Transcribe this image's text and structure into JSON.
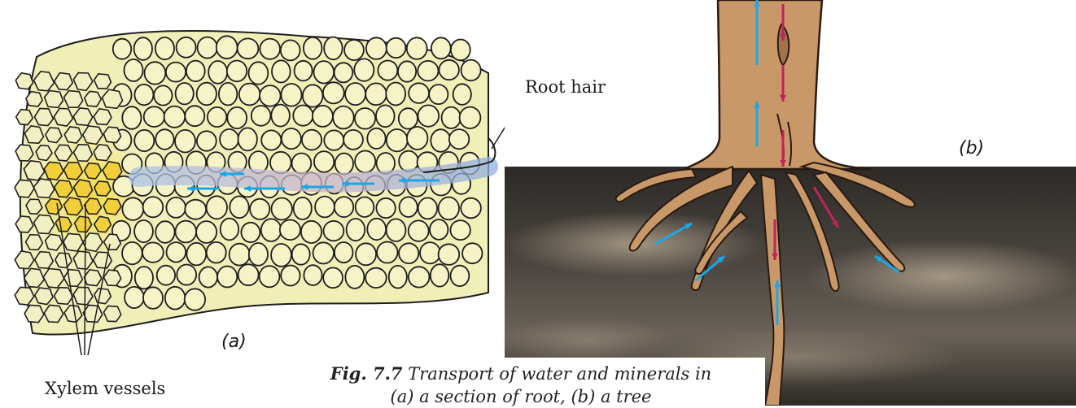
{
  "panel_a": {
    "root_hair_label": "Root hair",
    "xylem_label": "Xylem vessels",
    "panel_label": "(a)"
  },
  "panel_b": {
    "panel_label": "(b)"
  },
  "caption": {
    "figure_number": "Fig. 7.7",
    "line1": "Transport of water and minerals in",
    "line2": "(a) a section of root, (b) a tree"
  },
  "colors": {
    "tissue_fill": "#f1efb8",
    "tissue_outline": "#1e1e1e",
    "xylem_highlight": "#f3d23a",
    "water_path": "#9ab7e0",
    "water_arrow": "#1aa7e6",
    "food_arrow": "#c0245a",
    "trunk": "#c99868",
    "soil": "#3b3631"
  },
  "icons": [
    "blue-up-arrow-icon",
    "red-down-arrow-icon"
  ]
}
